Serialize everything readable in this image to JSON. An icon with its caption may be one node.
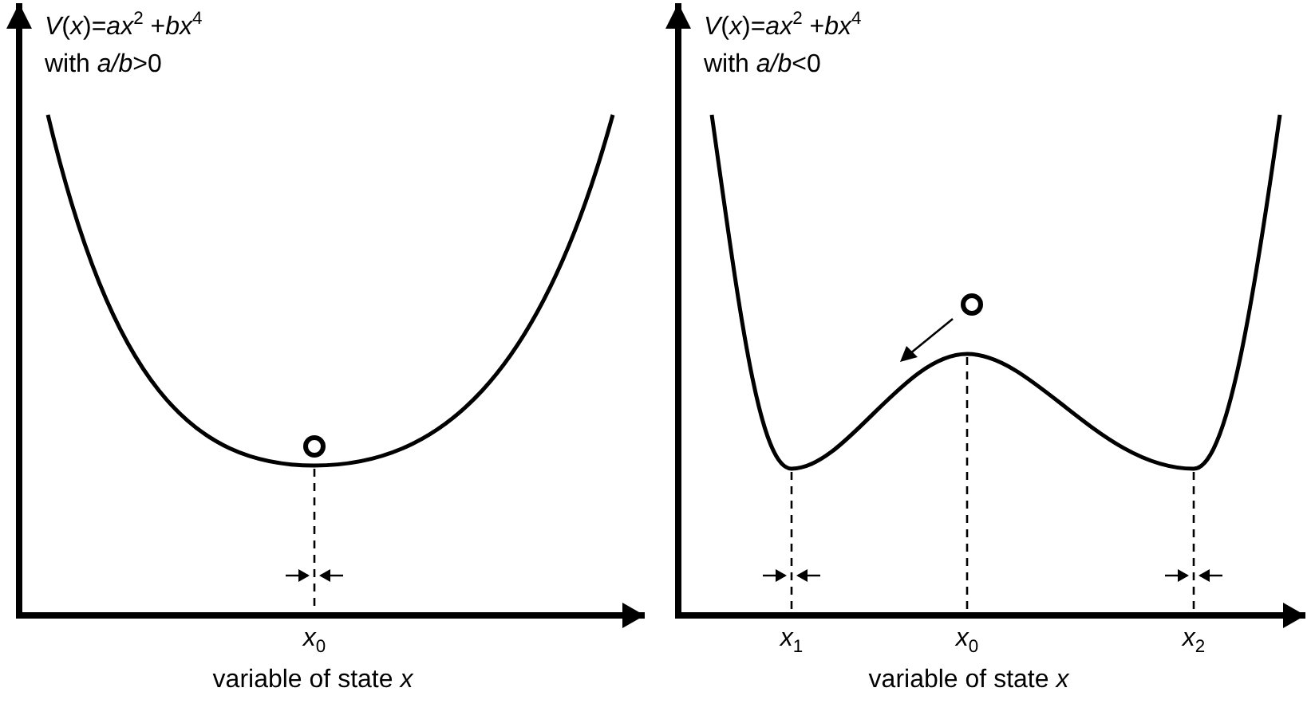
{
  "diagram": {
    "labels": [
      "*V*(*x*)=*ax*$^{2}$ +*bx*$^{4}$",
      "with  *a/b*>0",
      "*x*$_{0}$",
      "variable of state *x*",
      "*V*(*x*)=*ax*$^{2}$ +*bx*$^{4}$",
      "with  *a/b*<0",
      "*x*$_{1}$",
      "*x*$_{0}$",
      "*x*$_{2}$",
      "variable of state *x*"
    ]
  }
}
